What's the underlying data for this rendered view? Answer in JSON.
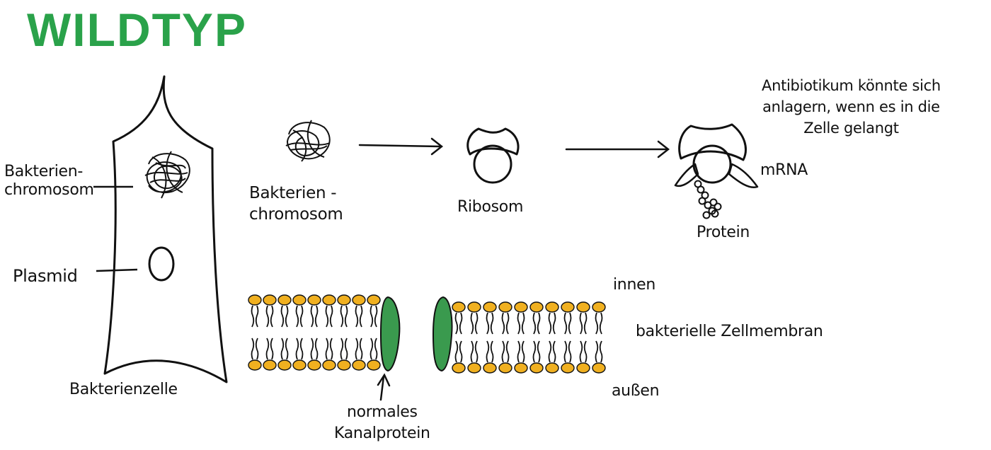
{
  "title": "WILDTYP",
  "labels": {
    "chromosome_cell": "Bakterien-\nchromosom",
    "plasmid": "Plasmid",
    "cell": "Bakterienzelle",
    "chromosome": "Bakterien -\nchromosom",
    "ribosome": "Ribosom",
    "mrna": "mRNA",
    "protein": "Protein",
    "antibiotic_note": "Antibiotikum könnte sich\nanlagern, wenn es in die\nZelle gelangt",
    "inside": "innen",
    "membrane": "bakterielle Zellmembran",
    "outside": "außen",
    "channel": "normales\nKanalprotein"
  },
  "colors": {
    "title": "#2aa24a",
    "lipid_head": "#f0b020",
    "channel_protein": "#3a9a4e",
    "ink": "#111111"
  }
}
